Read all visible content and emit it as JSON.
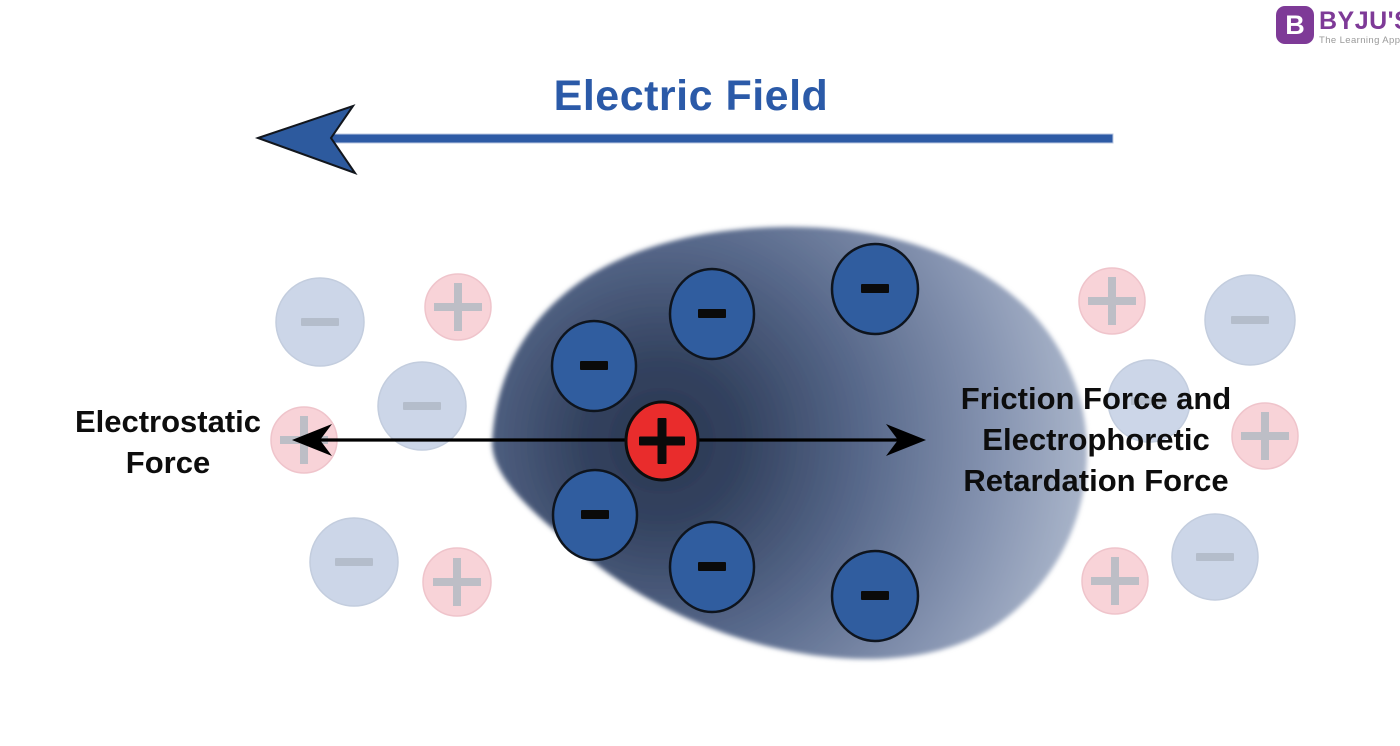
{
  "title": "Electric Field",
  "labels": {
    "left": {
      "line1": "Electrostatic",
      "line2": "Force"
    },
    "right": {
      "line1": "Friction Force and",
      "line2": "Electrophoretic",
      "line3": "Retardation Force"
    }
  },
  "logo": {
    "badge_letter": "B",
    "brand": "BYJU'S",
    "tagline": "The Learning App"
  },
  "colors": {
    "title_blue": "#2b5aa8",
    "field_line_blue": "#2e5ba5",
    "field_arrowhead_blue": "#2d5a9e",
    "cloud_center": "#293751",
    "cloud_mid1": "#33425f",
    "cloud_mid2": "#566789",
    "cloud_mid3": "#8593b0",
    "cloud_edge": "#aeb9cd",
    "ion_blue": "#305d9f",
    "ion_red": "#e92c2c",
    "faded_pink": "#f8d3d8",
    "faded_blue": "#ccd6e8",
    "faded_plus_sign": "#bdbec6",
    "faded_minus_sign": "#b4bdcb",
    "logo_purple": "#7e3a97",
    "logo_gray": "#9a9a9a",
    "label_black": "#0d0d0d"
  },
  "diagram": {
    "electric_field_direction": "left",
    "central_ion_sign": "+",
    "ionic_cloud_negative_ion_count": 6,
    "outer_left_ions": {
      "negative_count": 3,
      "positive_count": 3
    },
    "outer_right_ions": {
      "negative_count": 3,
      "positive_count": 3
    },
    "left_force_arrow_direction": "left",
    "right_force_arrow_direction": "right"
  }
}
